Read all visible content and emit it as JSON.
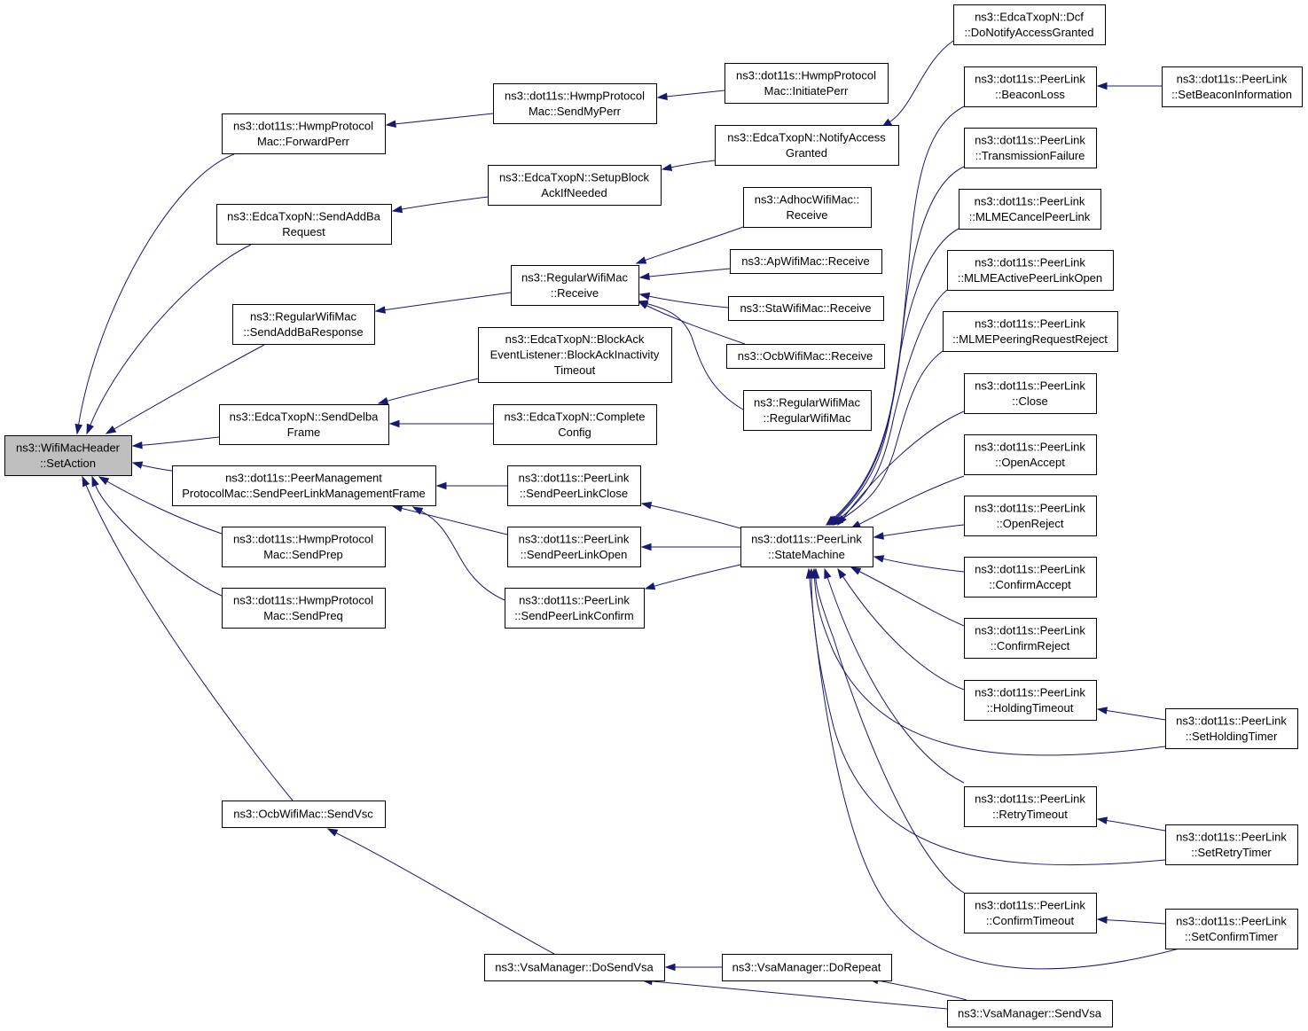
{
  "colors": {
    "edge": "#191970",
    "root_fill": "#bfbfbf",
    "node_fill": "#ffffff",
    "border": "#000000"
  },
  "nodes": [
    {
      "id": "n0",
      "lines": [
        "ns3::WifiMacHeader",
        "::SetAction"
      ],
      "root": true
    },
    {
      "id": "n1",
      "lines": [
        "ns3::dot11s::HwmpProtocol",
        "Mac::ForwardPerr"
      ]
    },
    {
      "id": "n2",
      "lines": [
        "ns3::dot11s::HwmpProtocol",
        "Mac::SendMyPerr"
      ]
    },
    {
      "id": "n3",
      "lines": [
        "ns3::dot11s::HwmpProtocol",
        "Mac::InitiatePerr"
      ]
    },
    {
      "id": "n4",
      "lines": [
        "ns3::EdcaTxopN::SendAddBa",
        "Request"
      ]
    },
    {
      "id": "n5",
      "lines": [
        "ns3::EdcaTxopN::SetupBlock",
        "AckIfNeeded"
      ]
    },
    {
      "id": "n6",
      "lines": [
        "ns3::EdcaTxopN::NotifyAccess",
        "Granted"
      ]
    },
    {
      "id": "n7",
      "lines": [
        "ns3::EdcaTxopN::Dcf",
        "::DoNotifyAccessGranted"
      ]
    },
    {
      "id": "n8",
      "lines": [
        "ns3::RegularWifiMac",
        "::SendAddBaResponse"
      ]
    },
    {
      "id": "n9",
      "lines": [
        "ns3::RegularWifiMac",
        "::Receive"
      ]
    },
    {
      "id": "n10",
      "lines": [
        "ns3::AdhocWifiMac::",
        "Receive"
      ]
    },
    {
      "id": "n11",
      "lines": [
        "ns3::ApWifiMac::Receive"
      ]
    },
    {
      "id": "n12",
      "lines": [
        "ns3::StaWifiMac::Receive"
      ]
    },
    {
      "id": "n13",
      "lines": [
        "ns3::OcbWifiMac::Receive"
      ]
    },
    {
      "id": "n14",
      "lines": [
        "ns3::RegularWifiMac",
        "::RegularWifiMac"
      ]
    },
    {
      "id": "n15",
      "lines": [
        "ns3::EdcaTxopN::SendDelba",
        "Frame"
      ]
    },
    {
      "id": "n16",
      "lines": [
        "ns3::EdcaTxopN::BlockAck",
        "EventListener::BlockAckInactivity",
        "Timeout"
      ]
    },
    {
      "id": "n17",
      "lines": [
        "ns3::EdcaTxopN::Complete",
        "Config"
      ]
    },
    {
      "id": "n18",
      "lines": [
        "ns3::dot11s::PeerManagement",
        "ProtocolMac::SendPeerLinkManagementFrame"
      ]
    },
    {
      "id": "n19",
      "lines": [
        "ns3::dot11s::PeerLink",
        "::SendPeerLinkClose"
      ]
    },
    {
      "id": "n20",
      "lines": [
        "ns3::dot11s::PeerLink",
        "::SendPeerLinkOpen"
      ]
    },
    {
      "id": "n21",
      "lines": [
        "ns3::dot11s::PeerLink",
        "::SendPeerLinkConfirm"
      ]
    },
    {
      "id": "n22",
      "lines": [
        "ns3::dot11s::PeerLink",
        "::StateMachine"
      ]
    },
    {
      "id": "n23",
      "lines": [
        "ns3::dot11s::PeerLink",
        "::BeaconLoss"
      ]
    },
    {
      "id": "n24",
      "lines": [
        "ns3::dot11s::PeerLink",
        "::SetBeaconInformation"
      ]
    },
    {
      "id": "n25",
      "lines": [
        "ns3::dot11s::PeerLink",
        "::TransmissionFailure"
      ]
    },
    {
      "id": "n26",
      "lines": [
        "ns3::dot11s::PeerLink",
        "::MLMECancelPeerLink"
      ]
    },
    {
      "id": "n27",
      "lines": [
        "ns3::dot11s::PeerLink",
        "::MLMEActivePeerLinkOpen"
      ]
    },
    {
      "id": "n28",
      "lines": [
        "ns3::dot11s::PeerLink",
        "::MLMEPeeringRequestReject"
      ]
    },
    {
      "id": "n29",
      "lines": [
        "ns3::dot11s::PeerLink",
        "::Close"
      ]
    },
    {
      "id": "n30",
      "lines": [
        "ns3::dot11s::PeerLink",
        "::OpenAccept"
      ]
    },
    {
      "id": "n31",
      "lines": [
        "ns3::dot11s::PeerLink",
        "::OpenReject"
      ]
    },
    {
      "id": "n32",
      "lines": [
        "ns3::dot11s::PeerLink",
        "::ConfirmAccept"
      ]
    },
    {
      "id": "n33",
      "lines": [
        "ns3::dot11s::PeerLink",
        "::ConfirmReject"
      ]
    },
    {
      "id": "n34",
      "lines": [
        "ns3::dot11s::PeerLink",
        "::HoldingTimeout"
      ]
    },
    {
      "id": "n35",
      "lines": [
        "ns3::dot11s::PeerLink",
        "::SetHoldingTimer"
      ]
    },
    {
      "id": "n36",
      "lines": [
        "ns3::dot11s::PeerLink",
        "::RetryTimeout"
      ]
    },
    {
      "id": "n37",
      "lines": [
        "ns3::dot11s::PeerLink",
        "::SetRetryTimer"
      ]
    },
    {
      "id": "n38",
      "lines": [
        "ns3::dot11s::PeerLink",
        "::ConfirmTimeout"
      ]
    },
    {
      "id": "n39",
      "lines": [
        "ns3::dot11s::PeerLink",
        "::SetConfirmTimer"
      ]
    },
    {
      "id": "n40",
      "lines": [
        "ns3::dot11s::HwmpProtocol",
        "Mac::SendPrep"
      ]
    },
    {
      "id": "n41",
      "lines": [
        "ns3::dot11s::HwmpProtocol",
        "Mac::SendPreq"
      ]
    },
    {
      "id": "n42",
      "lines": [
        "ns3::OcbWifiMac::SendVsc"
      ]
    },
    {
      "id": "n43",
      "lines": [
        "ns3::VsaManager::DoSendVsa"
      ]
    },
    {
      "id": "n44",
      "lines": [
        "ns3::VsaManager::DoRepeat"
      ]
    },
    {
      "id": "n45",
      "lines": [
        "ns3::VsaManager::SendVsa"
      ]
    }
  ],
  "edges": [
    {
      "from": "n1",
      "to": "n0"
    },
    {
      "from": "n4",
      "to": "n0"
    },
    {
      "from": "n8",
      "to": "n0"
    },
    {
      "from": "n15",
      "to": "n0"
    },
    {
      "from": "n18",
      "to": "n0"
    },
    {
      "from": "n40",
      "to": "n0"
    },
    {
      "from": "n41",
      "to": "n0"
    },
    {
      "from": "n42",
      "to": "n0"
    },
    {
      "from": "n2",
      "to": "n1"
    },
    {
      "from": "n3",
      "to": "n2"
    },
    {
      "from": "n5",
      "to": "n4"
    },
    {
      "from": "n6",
      "to": "n5"
    },
    {
      "from": "n7",
      "to": "n6"
    },
    {
      "from": "n9",
      "to": "n8"
    },
    {
      "from": "n10",
      "to": "n9"
    },
    {
      "from": "n11",
      "to": "n9"
    },
    {
      "from": "n12",
      "to": "n9"
    },
    {
      "from": "n13",
      "to": "n9"
    },
    {
      "from": "n14",
      "to": "n9"
    },
    {
      "from": "n16",
      "to": "n15"
    },
    {
      "from": "n17",
      "to": "n15"
    },
    {
      "from": "n19",
      "to": "n18"
    },
    {
      "from": "n20",
      "to": "n18"
    },
    {
      "from": "n21",
      "to": "n18"
    },
    {
      "from": "n22",
      "to": "n19"
    },
    {
      "from": "n22",
      "to": "n20"
    },
    {
      "from": "n22",
      "to": "n21"
    },
    {
      "from": "n23",
      "to": "n22"
    },
    {
      "from": "n25",
      "to": "n22"
    },
    {
      "from": "n26",
      "to": "n22"
    },
    {
      "from": "n27",
      "to": "n22"
    },
    {
      "from": "n28",
      "to": "n22"
    },
    {
      "from": "n29",
      "to": "n22"
    },
    {
      "from": "n30",
      "to": "n22"
    },
    {
      "from": "n31",
      "to": "n22"
    },
    {
      "from": "n32",
      "to": "n22"
    },
    {
      "from": "n33",
      "to": "n22"
    },
    {
      "from": "n34",
      "to": "n22"
    },
    {
      "from": "n35",
      "to": "n22"
    },
    {
      "from": "n36",
      "to": "n22"
    },
    {
      "from": "n37",
      "to": "n22"
    },
    {
      "from": "n38",
      "to": "n22"
    },
    {
      "from": "n39",
      "to": "n22"
    },
    {
      "from": "n24",
      "to": "n23"
    },
    {
      "from": "n35",
      "to": "n34"
    },
    {
      "from": "n37",
      "to": "n36"
    },
    {
      "from": "n39",
      "to": "n38"
    },
    {
      "from": "n43",
      "to": "n42"
    },
    {
      "from": "n44",
      "to": "n43"
    },
    {
      "from": "n45",
      "to": "n43"
    },
    {
      "from": "n45",
      "to": "n44"
    }
  ]
}
